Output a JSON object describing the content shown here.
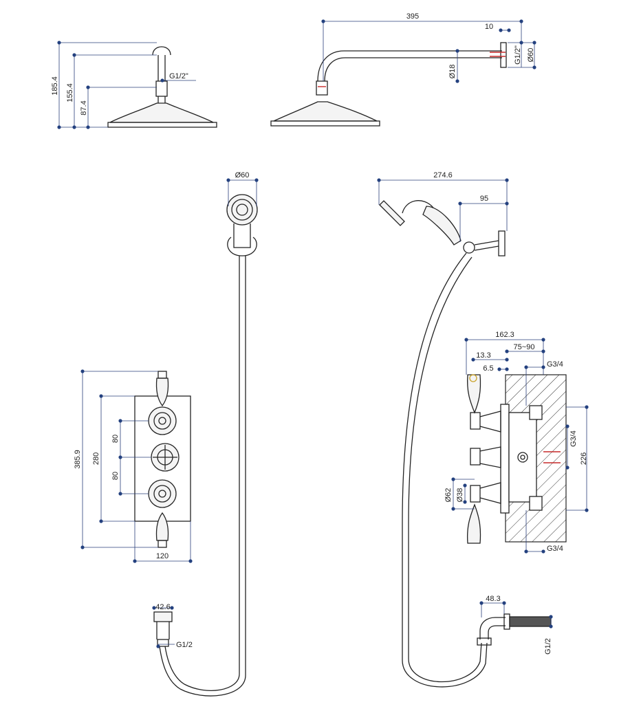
{
  "head_side": {
    "heights": [
      "185.4",
      "155.4",
      "87.4"
    ],
    "thread": "G1/2\""
  },
  "head_arm": {
    "length": "395",
    "offset": "10",
    "arm_dia": "Ø18",
    "flange_dia": "Ø60",
    "thread": "G1/2\""
  },
  "handset_front": {
    "dia": "Ø60"
  },
  "handset_side": {
    "length": "274.6",
    "bracket": "95"
  },
  "valve_front": {
    "height": "385.9",
    "plate_height": "280",
    "spacing_top": "80",
    "spacing_bottom": "80",
    "width": "120"
  },
  "valve_side": {
    "depth": "162.3",
    "adjust": "75~90",
    "d1": "13.3",
    "d2": "6.5",
    "inlet_top": "G3/4",
    "outlet_mid": "G3/4",
    "inlet_bottom": "G3/4",
    "height": "226",
    "dia_large": "Ø62",
    "dia_small": "Ø38"
  },
  "elbow_front": {
    "width": "42.6",
    "thread": "G1/2"
  },
  "elbow_side": {
    "length": "48.3",
    "thread": "G1/2"
  },
  "colors": {
    "line": "#222222",
    "dimension": "#2a3f7a",
    "marker": "#24417f",
    "accent": "#c62828"
  }
}
